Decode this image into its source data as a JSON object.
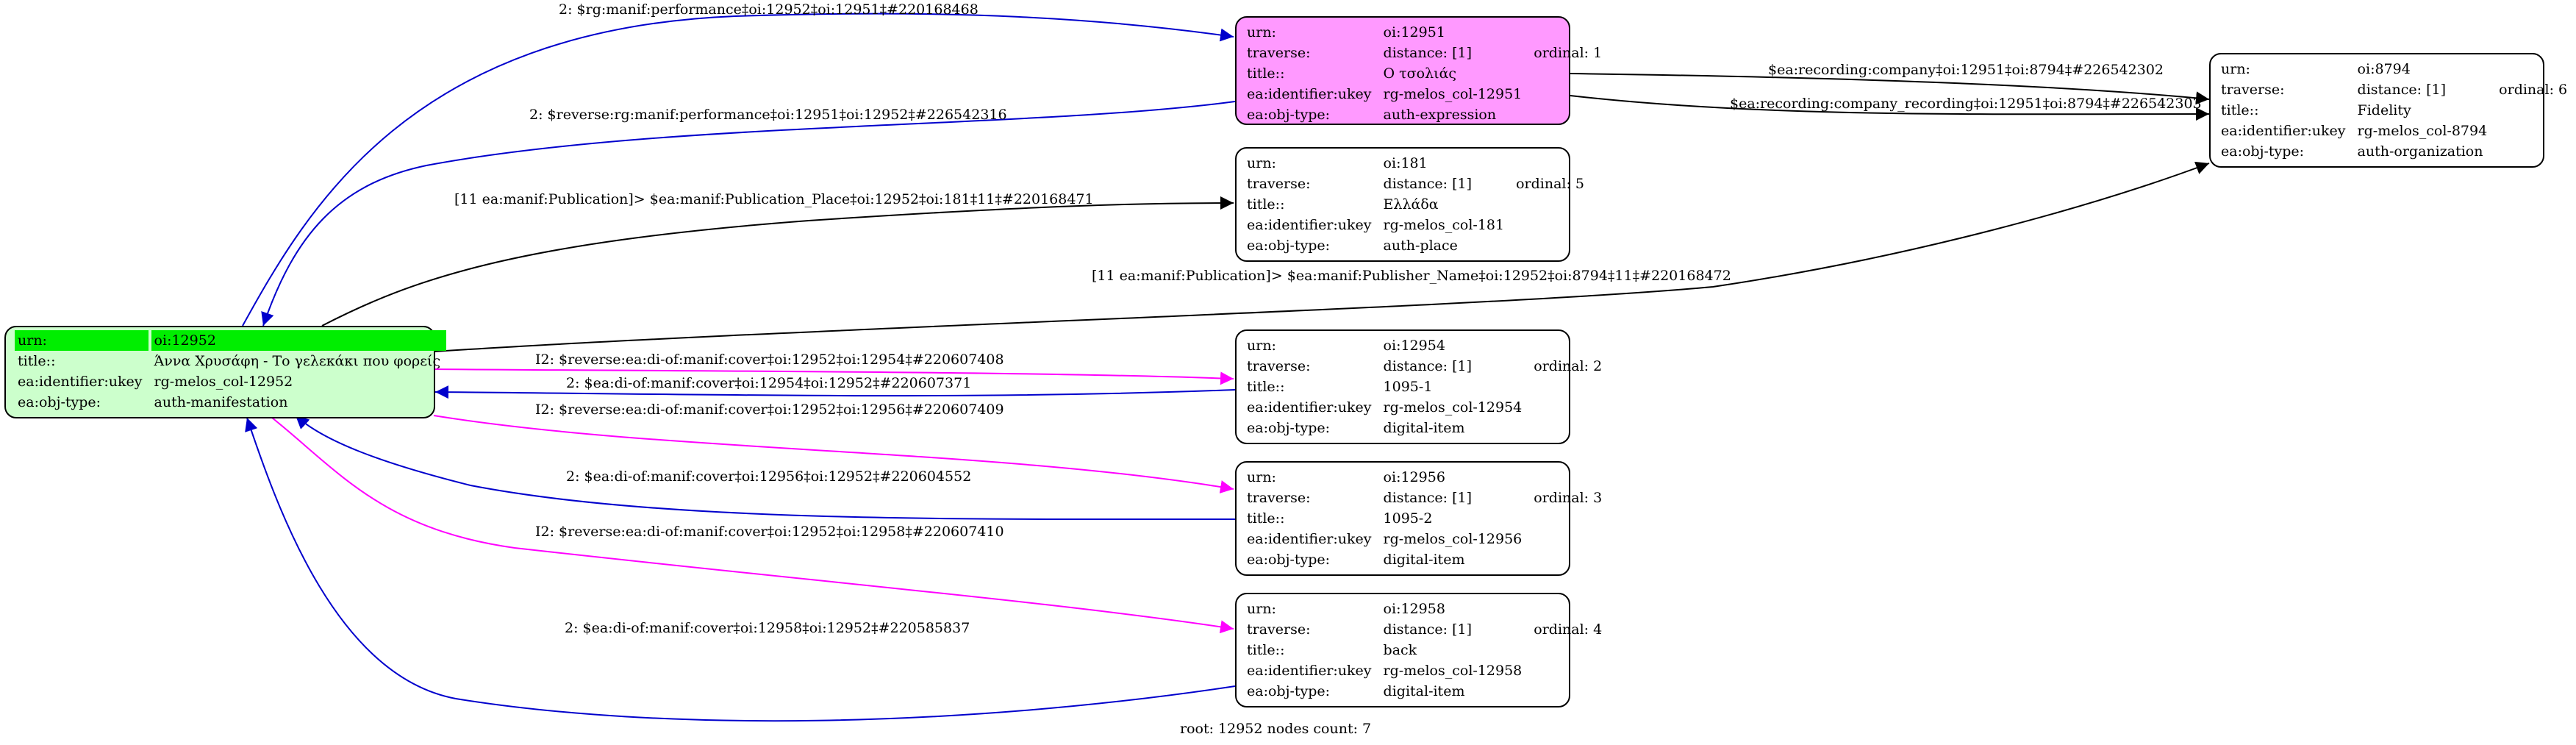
{
  "colors": {
    "root_fill": "#ccffcc",
    "expression_fill": "#ff99ff",
    "urn_highlight": "#00ee00",
    "edge_blue": "#0000cc",
    "edge_magenta": "#ff00ff",
    "edge_black": "#000000"
  },
  "nodes": {
    "root": {
      "urn_key": "urn:",
      "urn": "oi:12952",
      "title_key": "title::",
      "title": "Άννα Χρυσάφη - Το γελεκάκι που φορείς",
      "ukey_key": "ea:identifier:ukey",
      "ukey": "rg-melos_col-12952",
      "type_key": "ea:obj-type:",
      "type": "auth-manifestation"
    },
    "n12951": {
      "urn_key": "urn:",
      "urn": "oi:12951",
      "traverse_key": "traverse:",
      "distance": "distance: [1]",
      "ordinal": "ordinal: 1",
      "title_key": "title::",
      "title": "Ο τσολιάς",
      "ukey_key": "ea:identifier:ukey",
      "ukey": "rg-melos_col-12951",
      "type_key": "ea:obj-type:",
      "type": "auth-expression"
    },
    "n181": {
      "urn_key": "urn:",
      "urn": "oi:181",
      "traverse_key": "traverse:",
      "distance": "distance: [1]",
      "ordinal": "ordinal: 5",
      "title_key": "title::",
      "title": "Ελλάδα",
      "ukey_key": "ea:identifier:ukey",
      "ukey": "rg-melos_col-181",
      "type_key": "ea:obj-type:",
      "type": "auth-place"
    },
    "n12954": {
      "urn_key": "urn:",
      "urn": "oi:12954",
      "traverse_key": "traverse:",
      "distance": "distance: [1]",
      "ordinal": "ordinal: 2",
      "title_key": "title::",
      "title": "1095-1",
      "ukey_key": "ea:identifier:ukey",
      "ukey": "rg-melos_col-12954",
      "type_key": "ea:obj-type:",
      "type": "digital-item"
    },
    "n12956": {
      "urn_key": "urn:",
      "urn": "oi:12956",
      "traverse_key": "traverse:",
      "distance": "distance: [1]",
      "ordinal": "ordinal: 3",
      "title_key": "title::",
      "title": "1095-2",
      "ukey_key": "ea:identifier:ukey",
      "ukey": "rg-melos_col-12956",
      "type_key": "ea:obj-type:",
      "type": "digital-item"
    },
    "n12958": {
      "urn_key": "urn:",
      "urn": "oi:12958",
      "traverse_key": "traverse:",
      "distance": "distance: [1]",
      "ordinal": "ordinal: 4",
      "title_key": "title::",
      "title": "back",
      "ukey_key": "ea:identifier:ukey",
      "ukey": "rg-melos_col-12958",
      "type_key": "ea:obj-type:",
      "type": "digital-item"
    },
    "n8794": {
      "urn_key": "urn:",
      "urn": "oi:8794",
      "traverse_key": "traverse:",
      "distance": "distance: [1]",
      "ordinal": "ordinal: 6",
      "title_key": "title::",
      "title": "Fidelity",
      "ukey_key": "ea:identifier:ukey",
      "ukey": "rg-melos_col-8794",
      "type_key": "ea:obj-type:",
      "type": "auth-organization"
    }
  },
  "edges": [
    {
      "id": "e1",
      "label": "2: $rg:manif:performance‡oi:12952‡oi:12951‡#220168468",
      "color": "blue"
    },
    {
      "id": "e2",
      "label": "2: $reverse:rg:manif:performance‡oi:12951‡oi:12952‡#226542316",
      "color": "blue"
    },
    {
      "id": "e3",
      "label": "[11 ea:manif:Publication]> $ea:manif:Publication_Place‡oi:12952‡oi:181‡11‡#220168471",
      "color": "black"
    },
    {
      "id": "e4",
      "label": "[11 ea:manif:Publication]> $ea:manif:Publisher_Name‡oi:12952‡oi:8794‡11‡#220168472",
      "color": "black"
    },
    {
      "id": "e5",
      "label": "$ea:recording:company‡oi:12951‡oi:8794‡#226542302",
      "color": "black"
    },
    {
      "id": "e6",
      "label": "$ea:recording:company_recording‡oi:12951‡oi:8794‡#226542303",
      "color": "black"
    },
    {
      "id": "e7",
      "label": "I2: $reverse:ea:di-of:manif:cover‡oi:12952‡oi:12954‡#220607408",
      "color": "magenta"
    },
    {
      "id": "e8",
      "label": "2: $ea:di-of:manif:cover‡oi:12954‡oi:12952‡#220607371",
      "color": "blue"
    },
    {
      "id": "e9",
      "label": "I2: $reverse:ea:di-of:manif:cover‡oi:12952‡oi:12956‡#220607409",
      "color": "magenta"
    },
    {
      "id": "e10",
      "label": "2: $ea:di-of:manif:cover‡oi:12956‡oi:12952‡#220604552",
      "color": "blue"
    },
    {
      "id": "e11",
      "label": "I2: $reverse:ea:di-of:manif:cover‡oi:12952‡oi:12958‡#220607410",
      "color": "magenta"
    },
    {
      "id": "e12",
      "label": "2: $ea:di-of:manif:cover‡oi:12958‡oi:12952‡#220585837",
      "color": "blue"
    }
  ],
  "footer": "root: 12952 nodes count: 7"
}
